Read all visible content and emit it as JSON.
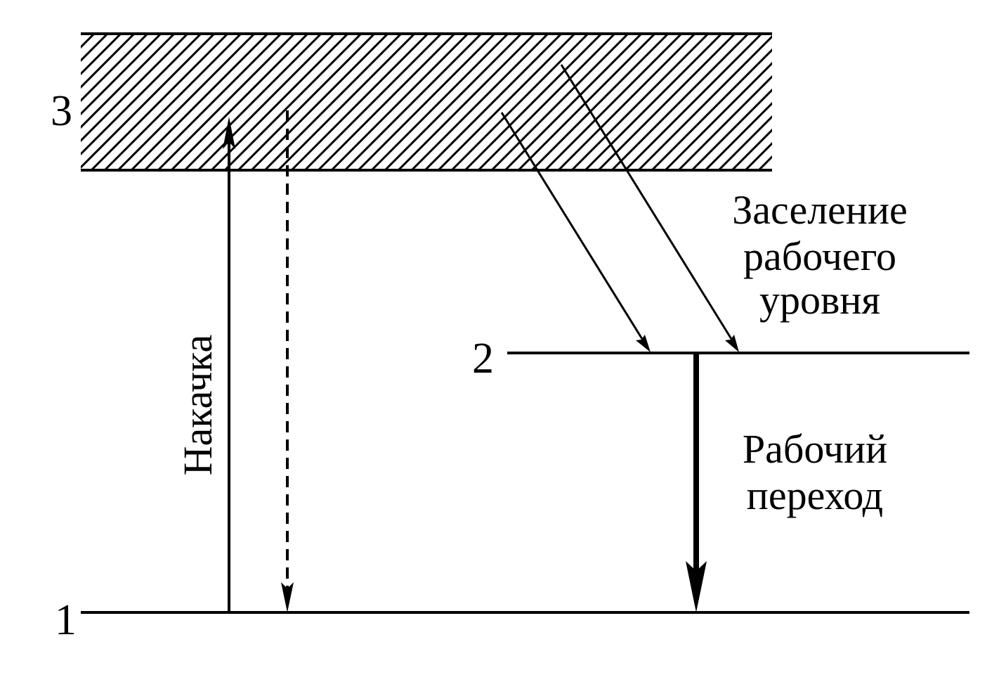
{
  "levels": {
    "level1": "1",
    "level2": "2",
    "level3": "3"
  },
  "labels": {
    "pump": "Накачка",
    "population_line1": "Заселение",
    "population_line2": "рабочего",
    "population_line3": "уровня",
    "transition_line1": "Рабочий",
    "transition_line2": "переход"
  },
  "colors": {
    "ink": "#000000",
    "background": "#ffffff"
  }
}
